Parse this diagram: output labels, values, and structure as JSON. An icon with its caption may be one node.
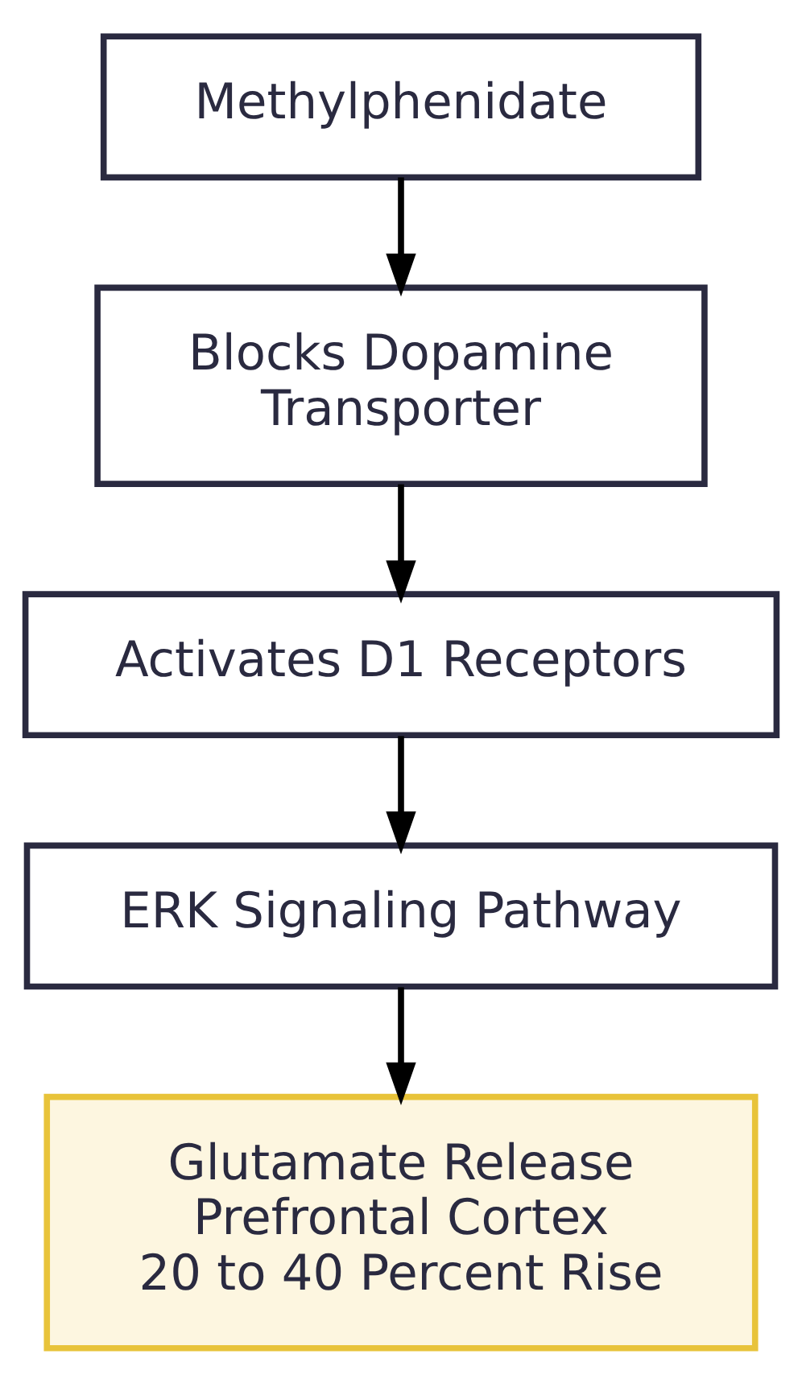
{
  "diagram": {
    "nodes": [
      {
        "text": [
          "Methylphenidate"
        ]
      },
      {
        "text": [
          "Blocks Dopamine Transporter"
        ]
      },
      {
        "text": [
          "Activates D1 Receptors"
        ]
      },
      {
        "text": [
          "ERK Signaling Pathway"
        ]
      },
      {
        "text": [
          "Glutamate Release Prefrontal Cortex 20 to 40 Percent Rise"
        ]
      }
    ],
    "edges": [
      {
        "from": 0,
        "to": 1,
        "arrow": "to"
      },
      {
        "from": 1,
        "to": 2,
        "arrow": "to"
      },
      {
        "from": 2,
        "to": 3,
        "arrow": "to"
      },
      {
        "from": 3,
        "to": 4,
        "arrow": "to"
      }
    ]
  }
}
